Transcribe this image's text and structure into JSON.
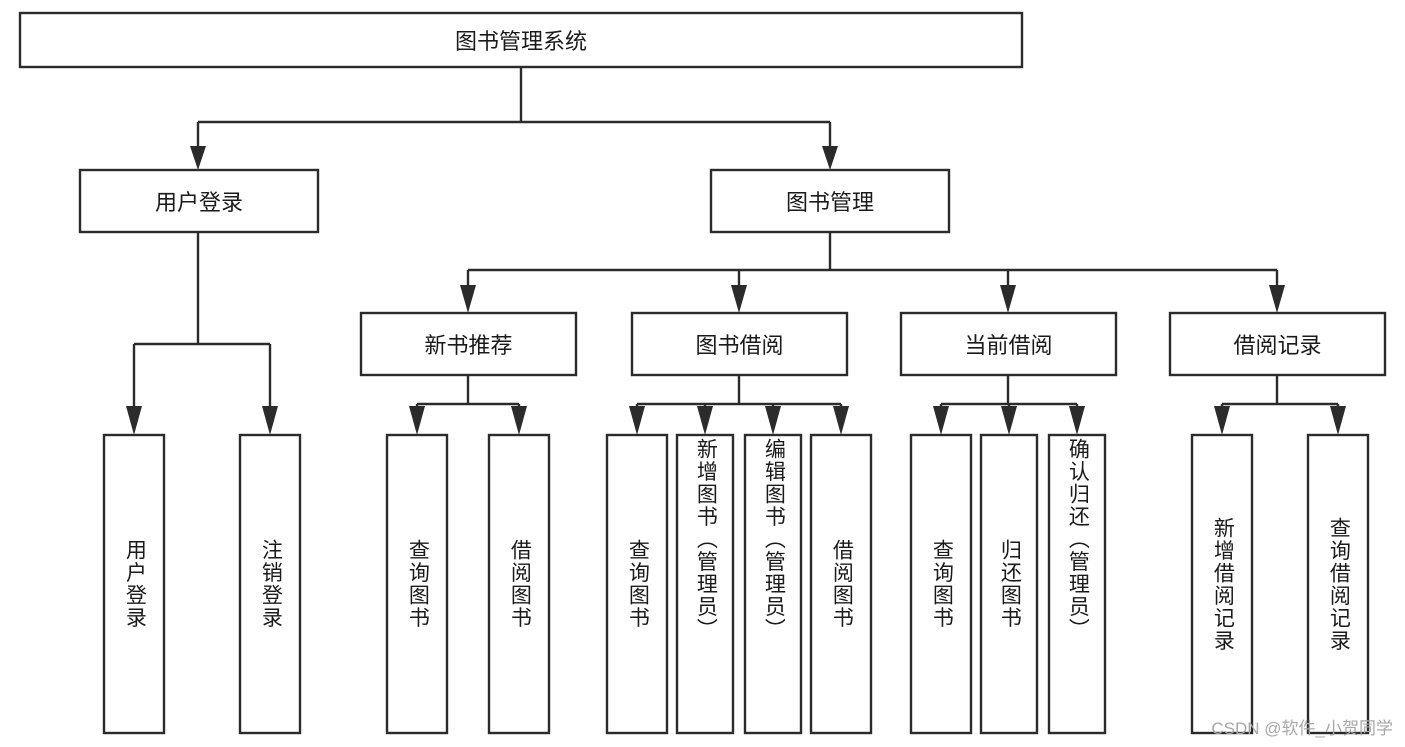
{
  "diagram": {
    "title": "图书管理系统",
    "type": "hierarchy-tree",
    "watermark": "CSDN @软件_小贺同学",
    "colors": {
      "box_fill": "#ffffff",
      "box_stroke": "#2b2b2b",
      "line": "#2b2b2b",
      "text": "#1a1a1a",
      "background": "#ffffff",
      "watermark_text": "#a8a8a8"
    },
    "root": {
      "id": "root",
      "label": "图书管理系统"
    },
    "level2": [
      {
        "id": "user-login",
        "label": "用户登录"
      },
      {
        "id": "book-management",
        "label": "图书管理"
      }
    ],
    "level3": [
      {
        "id": "new-book-recommend",
        "label": "新书推荐",
        "parent": "book-management"
      },
      {
        "id": "book-borrow",
        "label": "图书借阅",
        "parent": "book-management"
      },
      {
        "id": "current-borrow",
        "label": "当前借阅",
        "parent": "book-management"
      },
      {
        "id": "borrow-record",
        "label": "借阅记录",
        "parent": "book-management"
      }
    ],
    "leaves": [
      {
        "id": "leaf-user-login",
        "label": "用户登录",
        "parent": "user-login"
      },
      {
        "id": "leaf-logout",
        "label": "注销登录",
        "parent": "user-login"
      },
      {
        "id": "leaf-query-book-1",
        "label": "查询图书",
        "parent": "new-book-recommend"
      },
      {
        "id": "leaf-borrow-book-1",
        "label": "借阅图书",
        "parent": "new-book-recommend"
      },
      {
        "id": "leaf-query-book-2",
        "label": "查询图书",
        "parent": "book-borrow"
      },
      {
        "id": "leaf-add-book",
        "label": "新增图书（管理员）",
        "parent": "book-borrow"
      },
      {
        "id": "leaf-edit-book",
        "label": "编辑图书（管理员）",
        "parent": "book-borrow"
      },
      {
        "id": "leaf-borrow-book-2",
        "label": "借阅图书",
        "parent": "book-borrow"
      },
      {
        "id": "leaf-query-book-3",
        "label": "查询图书",
        "parent": "current-borrow"
      },
      {
        "id": "leaf-return-book",
        "label": "归还图书",
        "parent": "current-borrow"
      },
      {
        "id": "leaf-confirm-return",
        "label": "确认归还（管理员）",
        "parent": "current-borrow"
      },
      {
        "id": "leaf-add-record",
        "label": "新增借阅记录",
        "parent": "borrow-record"
      },
      {
        "id": "leaf-query-record",
        "label": "查询借阅记录",
        "parent": "borrow-record"
      }
    ]
  }
}
